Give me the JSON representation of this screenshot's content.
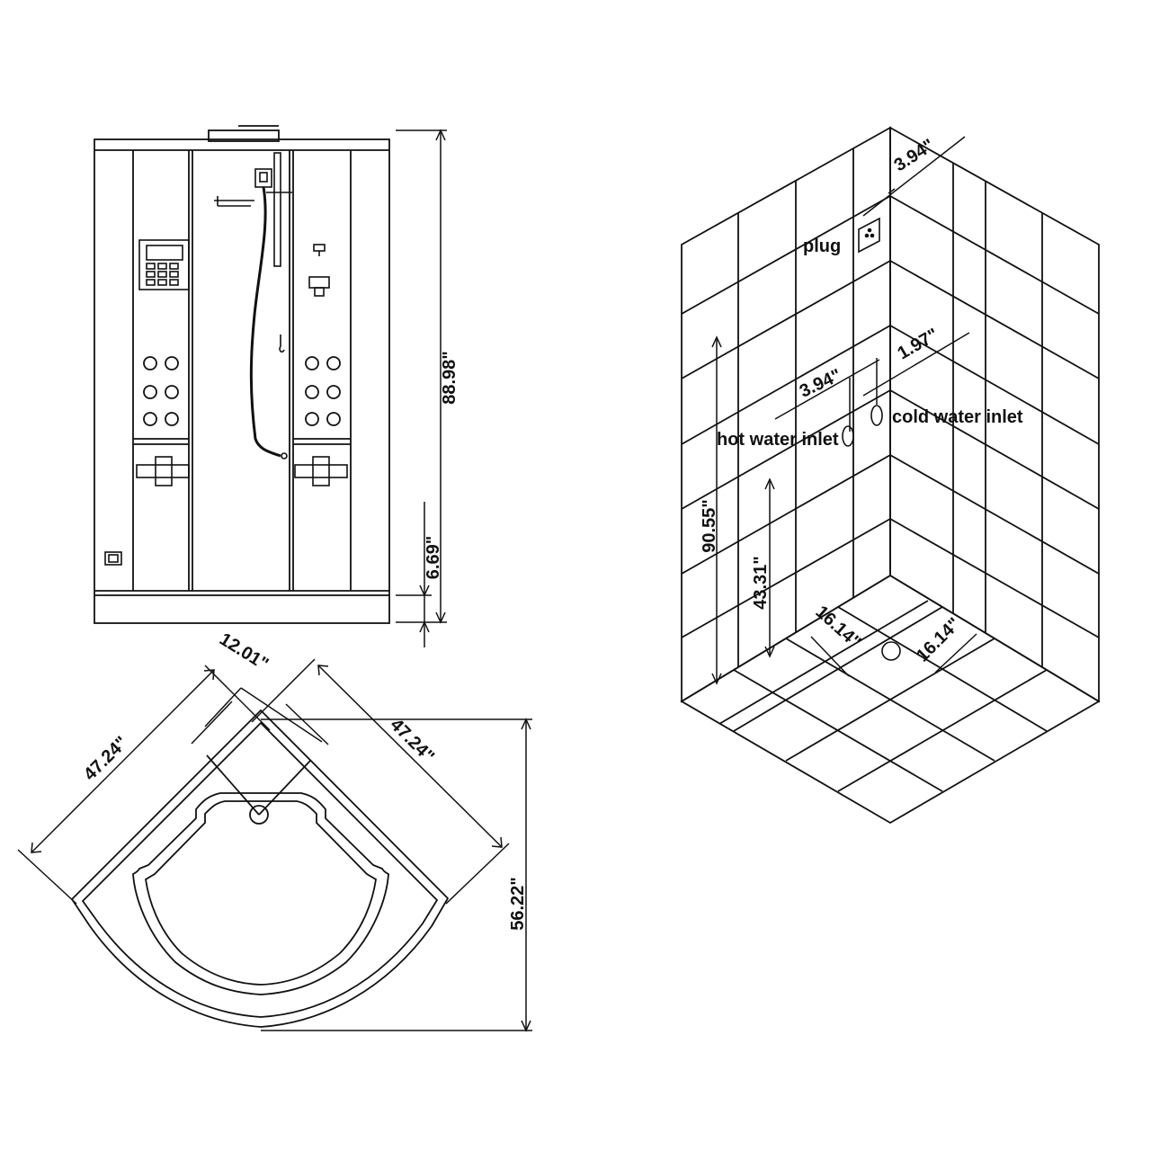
{
  "colors": {
    "line": "#111111",
    "background": "#ffffff"
  },
  "front_view": {
    "height_total": "88.98\"",
    "base_height": "6.69\""
  },
  "plan_view": {
    "corner_offset": "12.01\"",
    "left_side": "47.24\"",
    "right_side": "47.24\"",
    "depth": "56.22\""
  },
  "room_view": {
    "plug_offset": "3.94\"",
    "plug_label": "plug",
    "inlet_spacing": "3.94\"",
    "inlet_offset": "1.97\"",
    "hot_label": "hot water inlet",
    "cold_label": "cold water inlet",
    "plug_height": "90.55\"",
    "inlet_height": "43.31\"",
    "drain_left": "16.14\"",
    "drain_right": "16.14\""
  }
}
